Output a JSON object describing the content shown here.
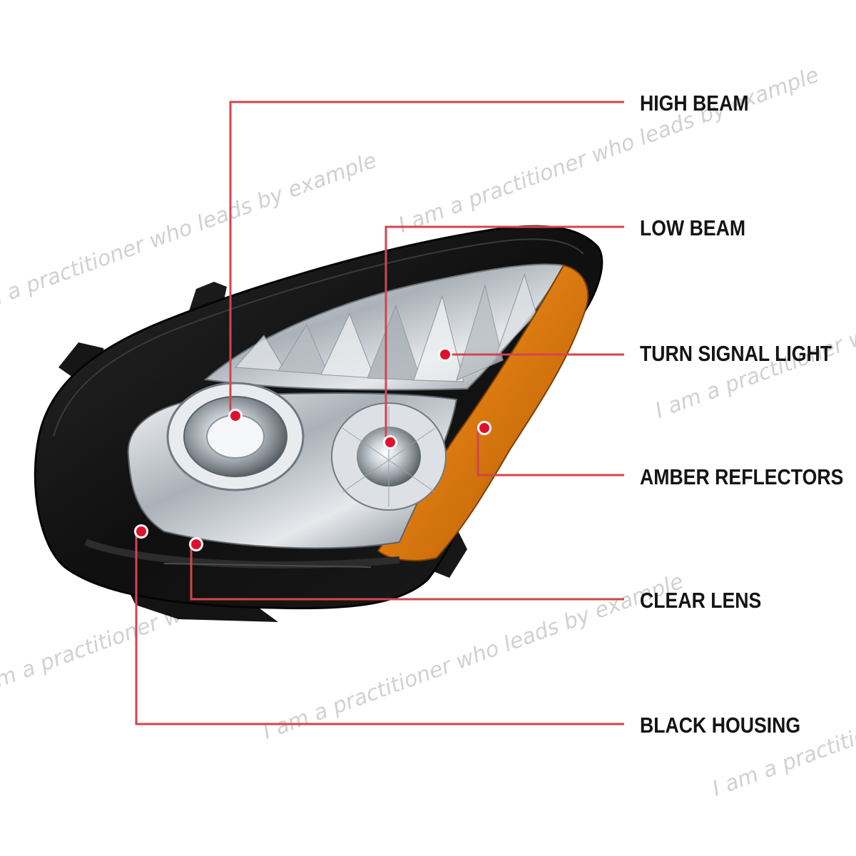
{
  "image": {
    "subject": "black-housing-headlight-left"
  },
  "colors": {
    "callout_line": "#d2454f",
    "callout_dot": "#e0102d",
    "housing": "#121212",
    "amber": "#e8891a",
    "chrome": "#c9ced3",
    "label_text": "#141414",
    "watermark": "#c9c9c9"
  },
  "callouts": [
    {
      "id": "high-beam",
      "label": "HIGH BEAM"
    },
    {
      "id": "low-beam",
      "label": "LOW BEAM"
    },
    {
      "id": "turn-signal-light",
      "label": "TURN SIGNAL LIGHT"
    },
    {
      "id": "amber-reflectors",
      "label": "AMBER REFLECTORS"
    },
    {
      "id": "clear-lens",
      "label": "CLEAR LENS"
    },
    {
      "id": "black-housing",
      "label": "BLACK HOUSING"
    }
  ],
  "watermark": {
    "text": "I am a practitioner who leads by example"
  }
}
